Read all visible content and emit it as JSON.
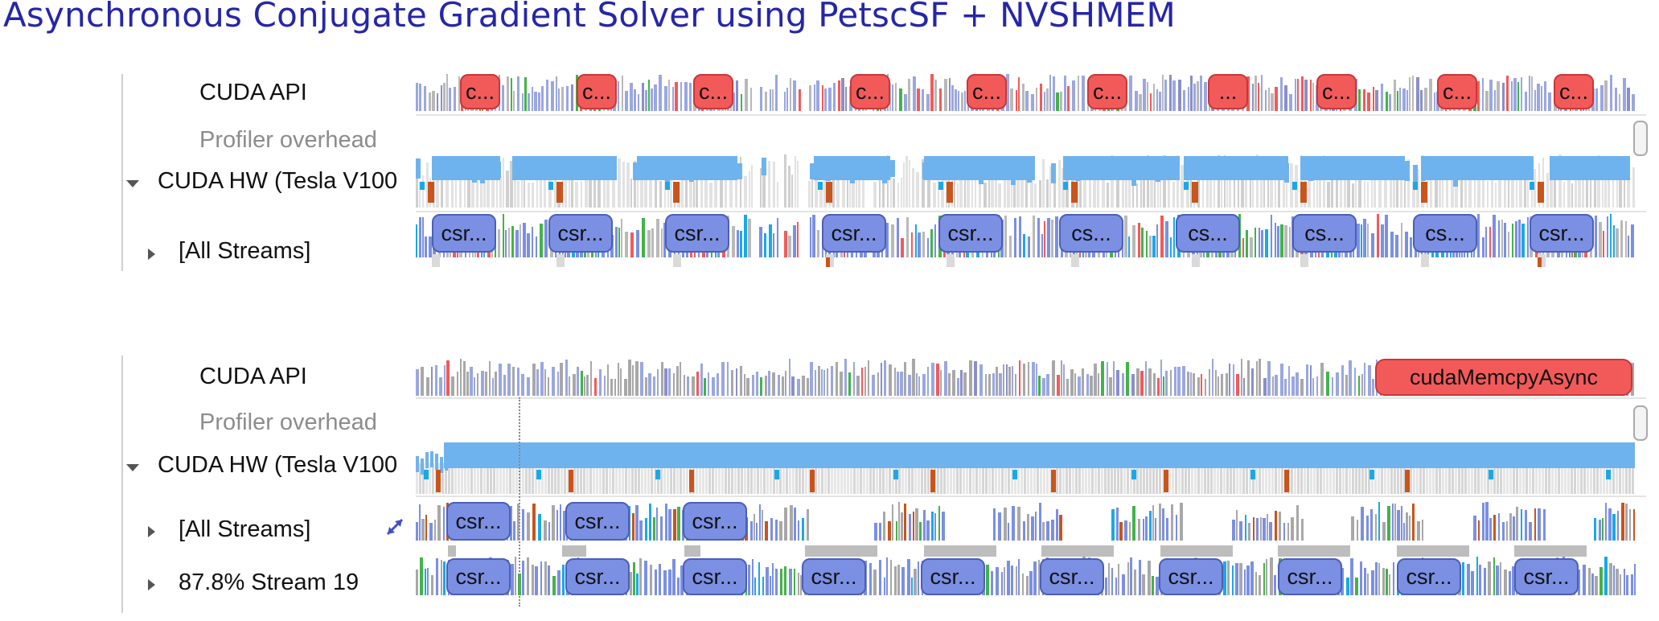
{
  "title": "Asynchronous Conjugate Gradient Solver using PetscSF + NVSHMEM",
  "colors": {
    "title": "#2626a8",
    "api_red": "#f25a5a",
    "kernel_blue": "#7b8fe3",
    "hw_light_blue": "#6fb3ee",
    "memcpy_orange": "#c9541c",
    "cyan": "#1aa8e8",
    "green": "#44b24a",
    "gray": "#a9a9a9"
  },
  "top_panel": {
    "rows": {
      "cuda_api": "CUDA API",
      "profiler_overhead": "Profiler overhead",
      "cuda_hw": "CUDA HW (Tesla V100",
      "all_streams": "[All Streams]"
    },
    "api_pills": [
      "c...",
      "c...",
      "c...",
      "c...",
      "c...",
      "c...",
      "...",
      "c...",
      "c...",
      "c..."
    ],
    "kernel_pills": [
      "csr...",
      "csr...",
      "csr...",
      "csr...",
      "csr...",
      "cs...",
      "cs...",
      "cs...",
      "cs...",
      "csr..."
    ]
  },
  "bottom_panel": {
    "rows": {
      "cuda_api": "CUDA API",
      "profiler_overhead": "Profiler overhead",
      "cuda_hw": "CUDA HW (Tesla V100",
      "all_streams": "[All Streams]",
      "stream": "87.8% Stream 19"
    },
    "memcpy_pill": "cudaMemcpyAsync",
    "stream_kernel_pills_top": [
      "csr...",
      "csr...",
      "csr..."
    ],
    "stream19_pills": [
      "csr...",
      "csr...",
      "csr...",
      "csr...",
      "csr...",
      "csr...",
      "csr...",
      "csr...",
      "csr...",
      "csr..."
    ]
  }
}
